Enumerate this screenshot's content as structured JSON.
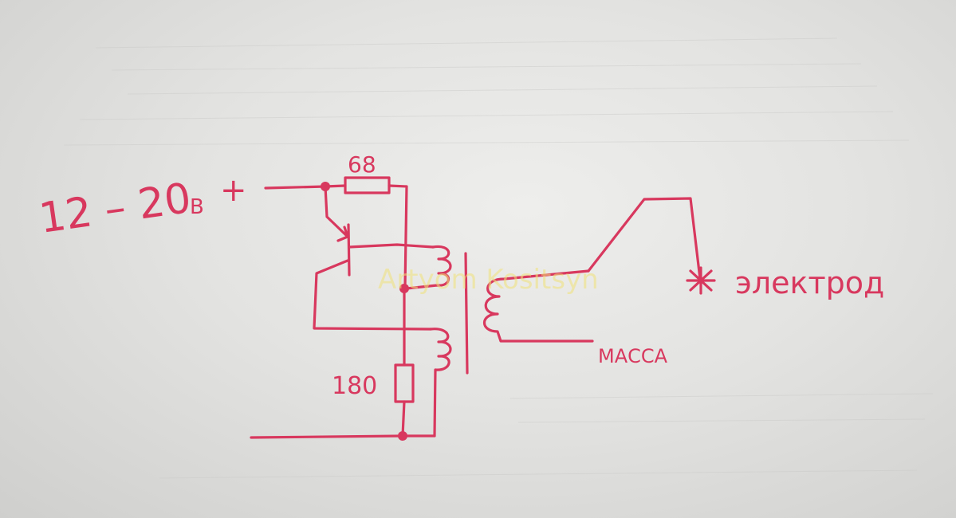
{
  "diagram": {
    "supply_label_main": "12 – 20",
    "supply_label_unit": "В",
    "supply_label_sign": "+",
    "resistor_top_value": "68",
    "resistor_bottom_value": "180",
    "electrode_label": "электрод",
    "ground_label": "МАССА",
    "watermark": "Artyom Kositsyn"
  },
  "colors": {
    "ink": "#d8385e",
    "paper": "#e6e6e4",
    "watermark": "#f1e27a"
  }
}
